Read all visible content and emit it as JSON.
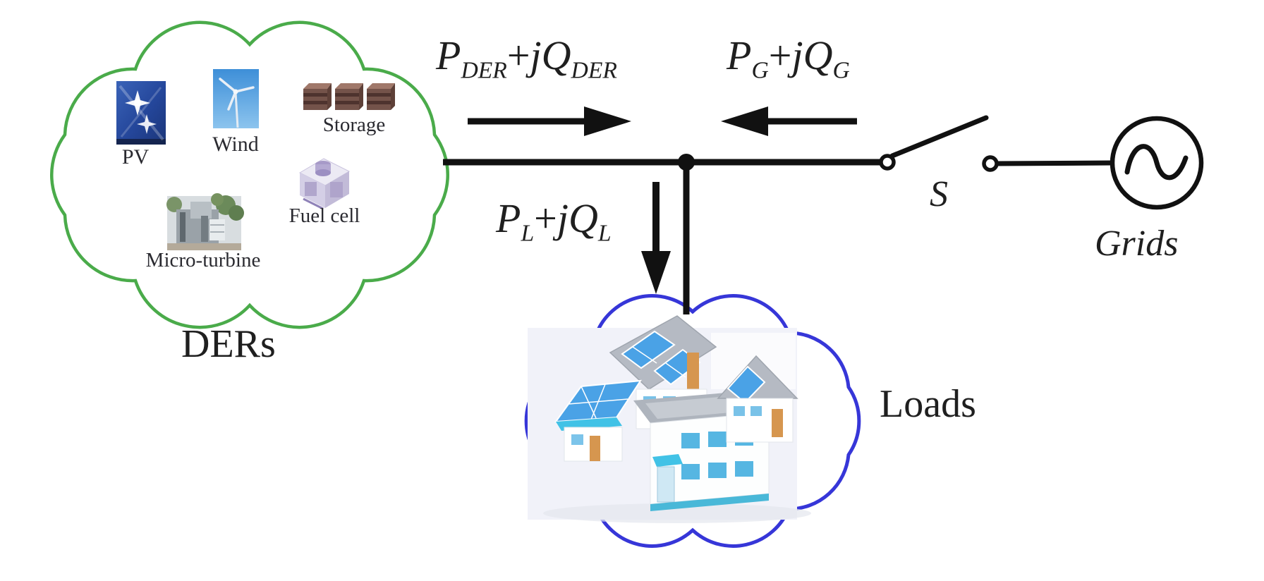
{
  "flows": {
    "der": {
      "p": "P",
      "p_sub": "DER",
      "plus": "+",
      "jq": "jQ",
      "q_sub": "DER"
    },
    "grid": {
      "p": "P",
      "p_sub": "G",
      "plus": "+",
      "jq": "jQ",
      "q_sub": "G"
    },
    "load": {
      "p": "P",
      "p_sub": "L",
      "plus": "+",
      "jq": "jQ",
      "q_sub": "L"
    }
  },
  "ders": {
    "label": "DERs",
    "pv": "PV",
    "wind": "Wind",
    "storage": "Storage",
    "fuel_cell": "Fuel cell",
    "micro_turbine": "Micro-turbine"
  },
  "loads": {
    "label": "Loads"
  },
  "grid": {
    "label": "Grids"
  },
  "switch": {
    "label": "S"
  },
  "colors": {
    "ders_cloud": "#4aab4a",
    "loads_cloud": "#3636d8",
    "line": "#111111",
    "text": "#1f1f1f",
    "solar_panel": "#4aa2e6",
    "roof_gray": "#b5bac3",
    "accent_orange": "#d6964f",
    "accent_cyan": "#41c2e6"
  }
}
